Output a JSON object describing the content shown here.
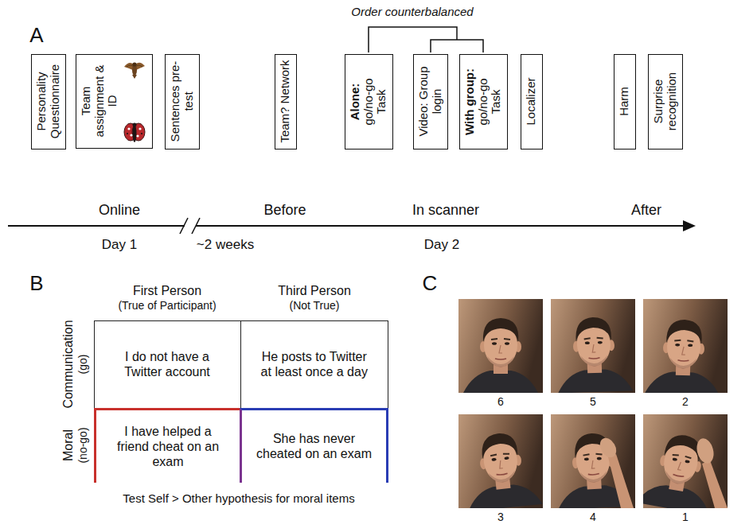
{
  "diagram": {
    "nodes": [
      {
        "text": [
          "Personality Questionnaire"
        ]
      },
      {
        "text": [
          "Team assignment & ID"
        ]
      },
      {
        "text": [
          "Sentences pre-test"
        ]
      },
      {
        "text": [
          "Team? Network"
        ]
      },
      {
        "text": [
          "Alone:",
          "go/no-go Task"
        ]
      },
      {
        "text": [
          "Video: Group login"
        ]
      },
      {
        "text": [
          "With group:",
          "go/no-go Task"
        ]
      },
      {
        "text": [
          "Localizer"
        ]
      },
      {
        "text": [
          "Harm"
        ]
      },
      {
        "text": [
          "Surprise recognition"
        ]
      },
      {
        "text": [
          "I do not have a Twitter account"
        ]
      },
      {
        "text": [
          "He posts to Twitter at least once a day"
        ]
      },
      {
        "text": [
          "I have helped a friend cheat on an exam"
        ]
      },
      {
        "text": [
          "She has never cheated on an exam"
        ]
      }
    ],
    "labels": [
      "A",
      "Order counterbalanced",
      "Online",
      "Before",
      "In scanner",
      "After",
      "Day 1",
      "~2 weeks",
      "Day 2",
      "B",
      "First Person",
      "(True of Participant)",
      "Third Person",
      "(Not True)",
      "Communication",
      "(go)",
      "Moral",
      "(no-go)",
      "Test Self > Other hypothesis for moral items",
      "C",
      "6",
      "5",
      "2",
      "3",
      "4",
      "1"
    ]
  }
}
